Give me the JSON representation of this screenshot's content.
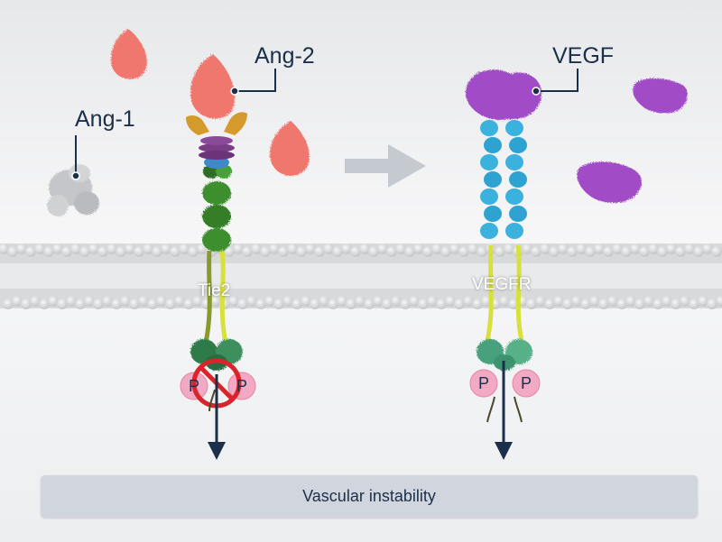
{
  "labels": {
    "ang1": "Ang-1",
    "ang2": "Ang-2",
    "vegf": "VEGF",
    "tie2": "Tie2",
    "vegfr": "VEGFR",
    "phosphate": "P"
  },
  "outcome": "Vascular instability",
  "colors": {
    "ang1": "#c4c6c9",
    "ang2": "#f0776e",
    "vegf": "#a14bc6",
    "tie2_domain": "#3e8f2e",
    "vegfr_domain": "#3ab2dd",
    "linker": "#d8e03c",
    "kinase": "#4aa07c",
    "phosphate": "#f2a9c4",
    "arrow": "#1c2f4a",
    "membrane": "#c9cbcd",
    "outcome_bar": "#d1d5dd"
  }
}
